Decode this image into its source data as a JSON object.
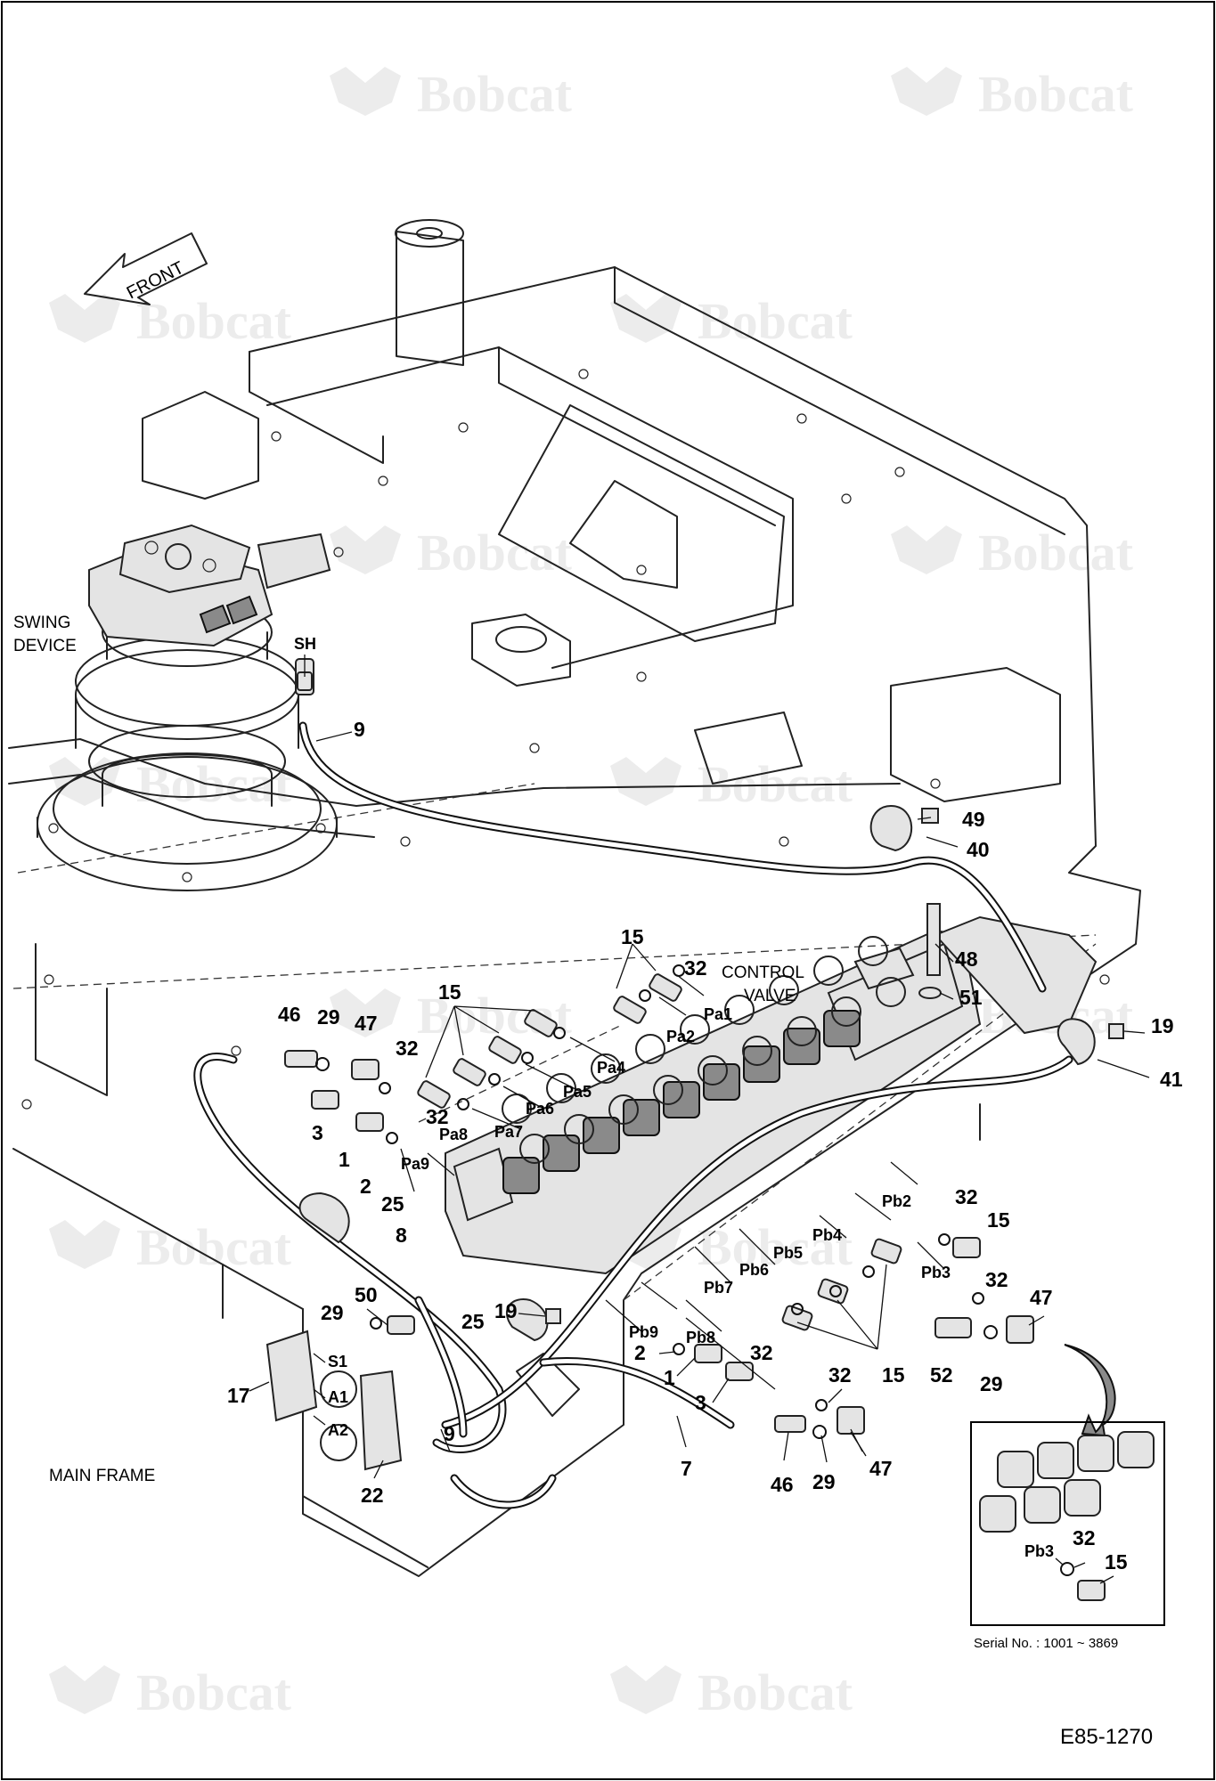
{
  "watermark": {
    "brand": "Bobcat",
    "logo_icon": "bobcat-head-logo"
  },
  "orientation": {
    "front_label": "FRONT",
    "icon": "arrow-front-icon"
  },
  "assembly_labels": {
    "swing_device": [
      "SWING",
      "DEVICE"
    ],
    "control_valve": [
      "CONTROL",
      "VALVE"
    ],
    "main_frame": "MAIN FRAME"
  },
  "callouts": [
    {
      "id": "c-sh",
      "text": "SH",
      "kind": "port"
    },
    {
      "id": "c-9a",
      "text": "9",
      "kind": "part"
    },
    {
      "id": "c-49",
      "text": "49",
      "kind": "part"
    },
    {
      "id": "c-40",
      "text": "40",
      "kind": "part"
    },
    {
      "id": "c-48",
      "text": "48",
      "kind": "part"
    },
    {
      "id": "c-51",
      "text": "51",
      "kind": "part"
    },
    {
      "id": "c-19a",
      "text": "19",
      "kind": "part"
    },
    {
      "id": "c-41",
      "text": "41",
      "kind": "part"
    },
    {
      "id": "c-15a",
      "text": "15",
      "kind": "part"
    },
    {
      "id": "c-32a",
      "text": "32",
      "kind": "part"
    },
    {
      "id": "c-pa1",
      "text": "Pa1",
      "kind": "port"
    },
    {
      "id": "c-pa2",
      "text": "Pa2",
      "kind": "port"
    },
    {
      "id": "c-15b",
      "text": "15",
      "kind": "part"
    },
    {
      "id": "c-pa4",
      "text": "Pa4",
      "kind": "port"
    },
    {
      "id": "c-pa5",
      "text": "Pa5",
      "kind": "port"
    },
    {
      "id": "c-pa6",
      "text": "Pa6",
      "kind": "port"
    },
    {
      "id": "c-pa7",
      "text": "Pa7",
      "kind": "port"
    },
    {
      "id": "c-pa8",
      "text": "Pa8",
      "kind": "port"
    },
    {
      "id": "c-pa9",
      "text": "Pa9",
      "kind": "port"
    },
    {
      "id": "c-46a",
      "text": "46",
      "kind": "part"
    },
    {
      "id": "c-29a",
      "text": "29",
      "kind": "part"
    },
    {
      "id": "c-47a",
      "text": "47",
      "kind": "part"
    },
    {
      "id": "c-32b",
      "text": "32",
      "kind": "part"
    },
    {
      "id": "c-32c",
      "text": "32",
      "kind": "part"
    },
    {
      "id": "c-3a",
      "text": "3",
      "kind": "part"
    },
    {
      "id": "c-1a",
      "text": "1",
      "kind": "part"
    },
    {
      "id": "c-2a",
      "text": "2",
      "kind": "part"
    },
    {
      "id": "c-25a",
      "text": "25",
      "kind": "part"
    },
    {
      "id": "c-8",
      "text": "8",
      "kind": "part"
    },
    {
      "id": "c-50",
      "text": "50",
      "kind": "part"
    },
    {
      "id": "c-29b",
      "text": "29",
      "kind": "part"
    },
    {
      "id": "c-19b",
      "text": "19",
      "kind": "part"
    },
    {
      "id": "c-25b",
      "text": "25",
      "kind": "part"
    },
    {
      "id": "c-s1",
      "text": "S1",
      "kind": "port"
    },
    {
      "id": "c-a1",
      "text": "A1",
      "kind": "port"
    },
    {
      "id": "c-a2",
      "text": "A2",
      "kind": "port"
    },
    {
      "id": "c-17",
      "text": "17",
      "kind": "part"
    },
    {
      "id": "c-9b",
      "text": "9",
      "kind": "part"
    },
    {
      "id": "c-22",
      "text": "22",
      "kind": "part"
    },
    {
      "id": "c-pb2",
      "text": "Pb2",
      "kind": "port"
    },
    {
      "id": "c-32d",
      "text": "32",
      "kind": "part"
    },
    {
      "id": "c-15c",
      "text": "15",
      "kind": "part"
    },
    {
      "id": "c-pb4",
      "text": "Pb4",
      "kind": "port"
    },
    {
      "id": "c-pb5",
      "text": "Pb5",
      "kind": "port"
    },
    {
      "id": "c-pb3",
      "text": "Pb3",
      "kind": "port"
    },
    {
      "id": "c-32e",
      "text": "32",
      "kind": "part"
    },
    {
      "id": "c-47b",
      "text": "47",
      "kind": "part"
    },
    {
      "id": "c-pb6",
      "text": "Pb6",
      "kind": "port"
    },
    {
      "id": "c-pb7",
      "text": "Pb7",
      "kind": "port"
    },
    {
      "id": "c-pb9",
      "text": "Pb9",
      "kind": "port"
    },
    {
      "id": "c-pb8",
      "text": "Pb8",
      "kind": "port"
    },
    {
      "id": "c-32f",
      "text": "32",
      "kind": "part"
    },
    {
      "id": "c-15d",
      "text": "15",
      "kind": "part"
    },
    {
      "id": "c-52",
      "text": "52",
      "kind": "part"
    },
    {
      "id": "c-29c",
      "text": "29",
      "kind": "part"
    },
    {
      "id": "c-2b",
      "text": "2",
      "kind": "part"
    },
    {
      "id": "c-1b",
      "text": "1",
      "kind": "part"
    },
    {
      "id": "c-3b",
      "text": "3",
      "kind": "part"
    },
    {
      "id": "c-32g",
      "text": "32",
      "kind": "part"
    },
    {
      "id": "c-7",
      "text": "7",
      "kind": "part"
    },
    {
      "id": "c-46b",
      "text": "46",
      "kind": "part"
    },
    {
      "id": "c-29d",
      "text": "29",
      "kind": "part"
    },
    {
      "id": "c-47c",
      "text": "47",
      "kind": "part"
    }
  ],
  "inset": {
    "callouts": [
      {
        "id": "i-pb3",
        "text": "Pb3",
        "kind": "port"
      },
      {
        "id": "i-32",
        "text": "32",
        "kind": "part"
      },
      {
        "id": "i-15",
        "text": "15",
        "kind": "part"
      }
    ],
    "serial": "Serial No. : 1001 ~ 3869"
  },
  "drawing_number": "E85-1270"
}
